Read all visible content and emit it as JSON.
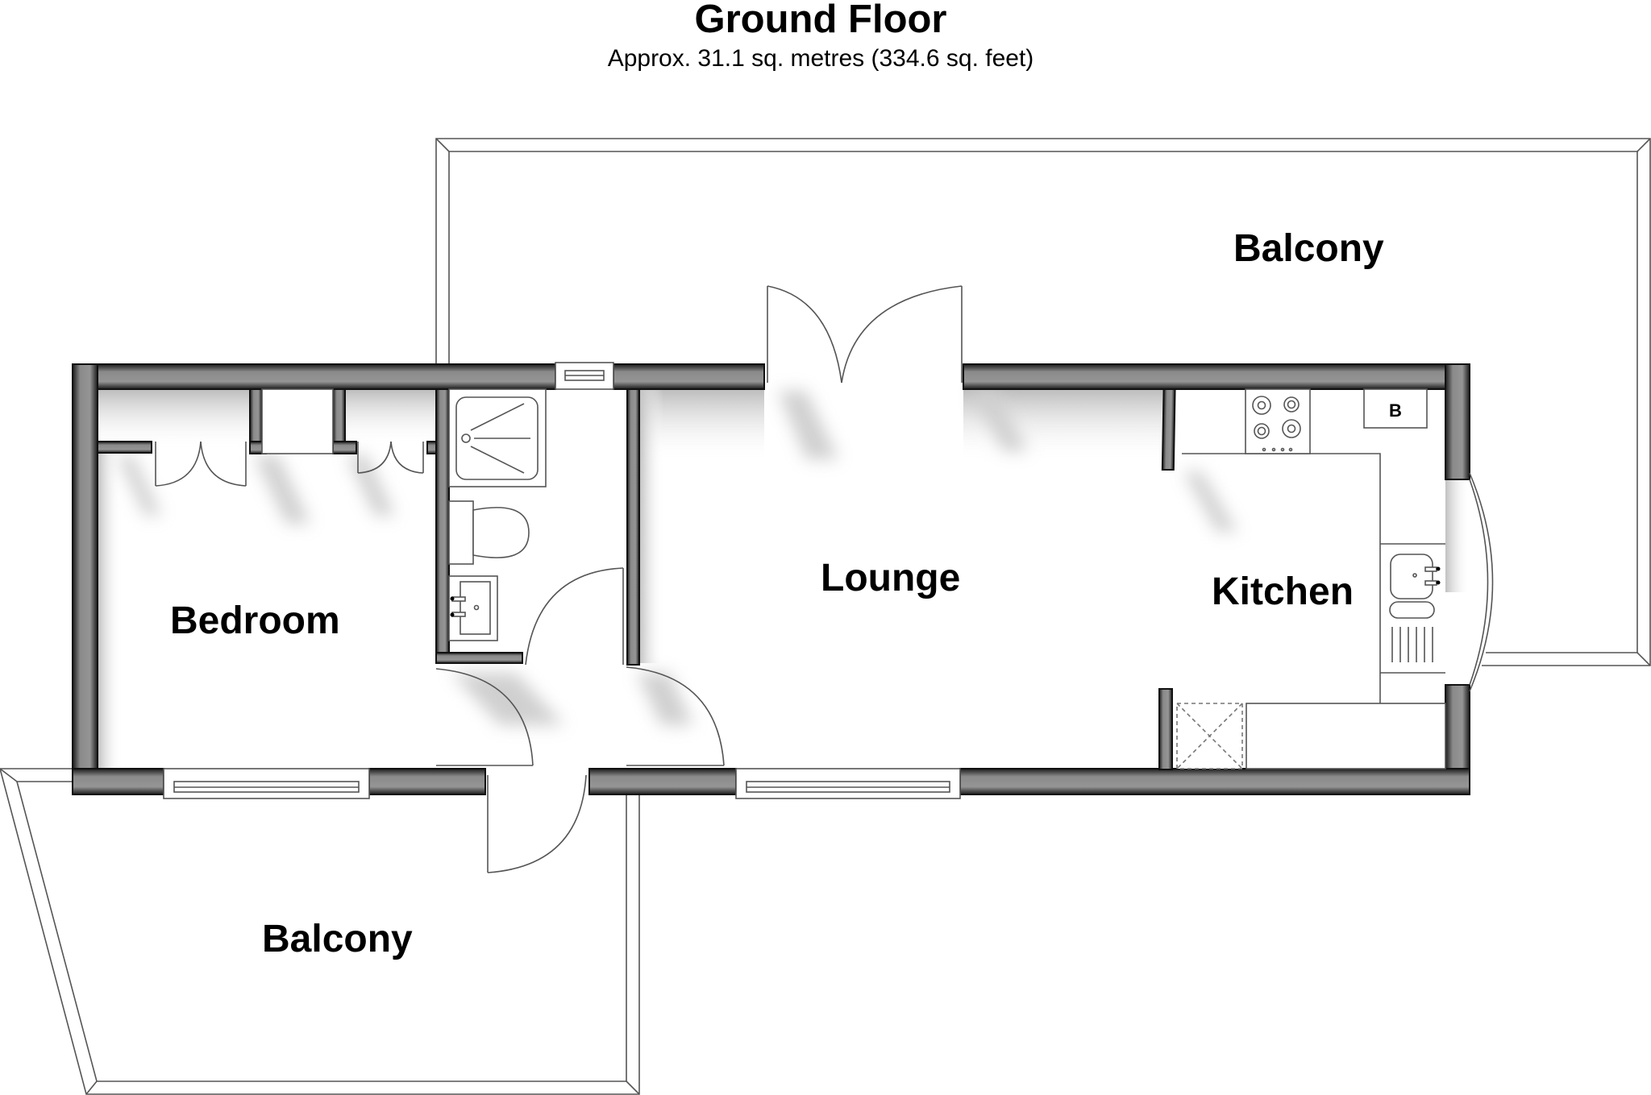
{
  "header": {
    "title": "Ground Floor",
    "subtitle": "Approx. 31.1 sq. metres (334.6 sq. feet)"
  },
  "rooms": {
    "bedroom": "Bedroom",
    "lounge": "Lounge",
    "kitchen": "Kitchen",
    "balcony_upper": "Balcony",
    "balcony_lower": "Balcony"
  },
  "fixtures": {
    "boiler_label": "B",
    "hob": "hob-icon",
    "kitchen_sink": "sink-icon",
    "shower": "shower-tray-icon",
    "toilet": "toilet-icon",
    "basin": "basin-icon"
  },
  "colors": {
    "wall_dark": "#111111",
    "wall_mid": "#8e8e8e",
    "line": "#555555",
    "background": "#ffffff",
    "text": "#000000"
  }
}
